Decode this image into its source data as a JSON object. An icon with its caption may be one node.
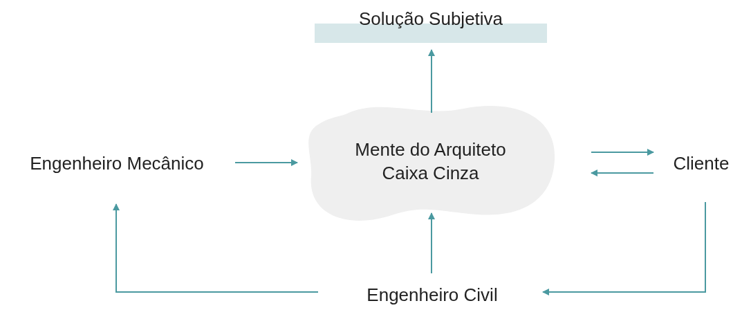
{
  "diagram": {
    "nodes": [
      {
        "text": [
          "Solução Subjetiva"
        ]
      },
      {
        "text": [
          "Mente do Arquiteto",
          "Caixa Cinza"
        ]
      },
      {
        "text": [
          "Engenheiro Mecânico"
        ]
      },
      {
        "text": [
          "Cliente"
        ]
      },
      {
        "text": [
          "Engenheiro Civil"
        ]
      }
    ],
    "edges": [
      {
        "from": 2,
        "to": 1,
        "arrow": "to"
      },
      {
        "from": 1,
        "to": 0,
        "arrow": "to"
      },
      {
        "from": 1,
        "to": 3,
        "arrow": "to"
      },
      {
        "from": 3,
        "to": 1,
        "arrow": "to"
      },
      {
        "from": 3,
        "to": 4,
        "arrow": "to"
      },
      {
        "from": 4,
        "to": 2,
        "arrow": "to"
      },
      {
        "from": 4,
        "to": 1,
        "arrow": "to"
      }
    ]
  }
}
